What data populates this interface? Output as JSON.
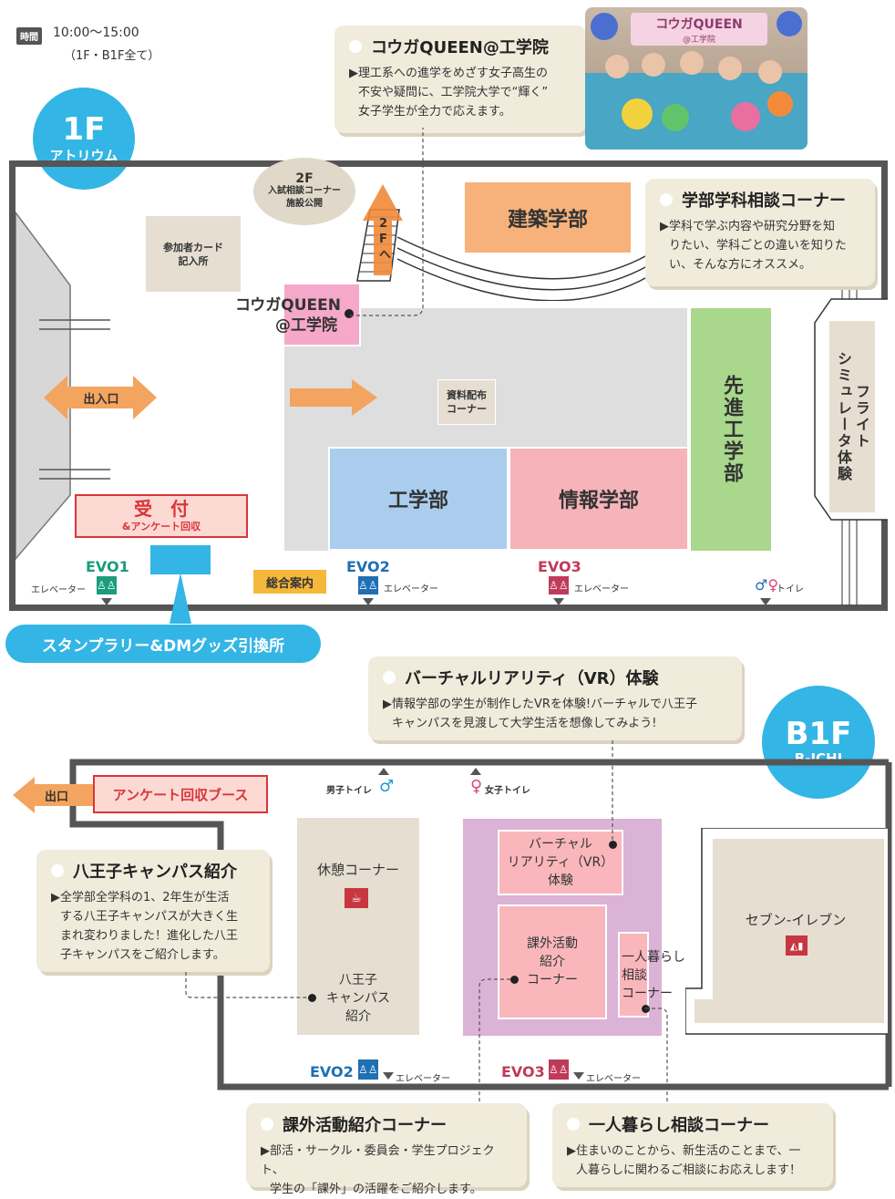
{
  "header": {
    "time_badge": "時間",
    "time": "10:00〜15:00",
    "time_note": "（1F・B1F全て）"
  },
  "floor_1f": {
    "badge_floor": "1F",
    "badge_name": "アトリウム",
    "cards": {
      "queen": {
        "title": "コウガQUEEN@工学院",
        "body": [
          "▶理工系への進学をめざす女子高生の",
          "不安や疑問に、工学院大学で“輝く”",
          "女子学生が全力で応えます。"
        ]
      },
      "dept": {
        "title": "学部学科相談コーナー",
        "body": [
          "▶学科で学ぶ内容や研究分野を知",
          "りたい、学科ごとの違いを知りた",
          "い、そんな方にオススメ。"
        ]
      }
    },
    "photo_sign": "コウガQUEEN",
    "photo_sign_sub": "@工学院",
    "second_floor": [
      "2F",
      "入試相談コーナー",
      "施設公開"
    ],
    "stairs_label": "2Fへ",
    "rooms": {
      "card_entry": [
        "参加者カード",
        "記入所"
      ],
      "architecture": "建築学部",
      "queen_booth": [
        "コウガQUEEN",
        "@工学院"
      ],
      "materials": [
        "資料配布",
        "コーナー"
      ],
      "engineering": "工学部",
      "informatics": "情報学部",
      "advanced": "先進工学部",
      "flight": [
        "フライト",
        "シミュレータ体験"
      ],
      "reception": "受　付",
      "reception_sub": "&アンケート回収",
      "info_desk": "総合案内"
    },
    "entrance": "出入口",
    "elevators": [
      {
        "code": "EVO1",
        "label": "エレベーター",
        "color": "#1a9d7c"
      },
      {
        "code": "EVO2",
        "label": "エレベーター",
        "color": "#1f6fb3"
      },
      {
        "code": "EVO3",
        "label": "エレベーター",
        "color": "#c03a5a"
      }
    ],
    "toilet": "トイレ",
    "stamp_banner": "スタンプラリー&DMグッズ引換所"
  },
  "floor_b1f": {
    "badge_floor": "B1F",
    "badge_name": "B-ICHI",
    "cards": {
      "vr": {
        "title": "バーチャルリアリティ（VR）体験",
        "body": [
          "▶情報学部の学生が制作したVRを体験!バーチャルで八王子",
          "キャンパスを見渡して大学生活を想像してみよう!"
        ]
      },
      "hachioji": {
        "title": "八王子キャンパス紹介",
        "body": [
          "▶全学部全学科の1、2年生が生活",
          "する八王子キャンパスが大きく生",
          "まれ変わりました！進化した八王",
          "子キャンパスをご紹介します。"
        ]
      },
      "club": {
        "title": "課外活動紹介コーナー",
        "body": [
          "▶部活・サークル・委員会・学生プロジェクト、",
          "学生の「課外」の活躍をご紹介します。"
        ]
      },
      "living": {
        "title": "一人暮らし相談コーナー",
        "body": [
          "▶住まいのことから、新生活のことまで、一",
          "人暮らしに関わるご相談にお応えします！"
        ]
      }
    },
    "exit": "出口",
    "survey_booth": "アンケート回収ブース",
    "mens_toilet": "男子トイレ",
    "womens_toilet": "女子トイレ",
    "rooms": {
      "rest": "休憩コーナー",
      "hachioji": [
        "八王子",
        "キャンパス",
        "紹介"
      ],
      "vr": [
        "バーチャル",
        "リアリティ（VR）",
        "体験"
      ],
      "club": [
        "課外活動",
        "紹介",
        "コーナー"
      ],
      "living": [
        "一人暮らし",
        "相談",
        "コーナー"
      ],
      "seven": "セブン-イレブン"
    },
    "elevators": [
      {
        "code": "EVO2",
        "label": "エレベーター",
        "color": "#1f6fb3"
      },
      {
        "code": "EVO3",
        "label": "エレベーター",
        "color": "#c03a5a"
      }
    ]
  }
}
